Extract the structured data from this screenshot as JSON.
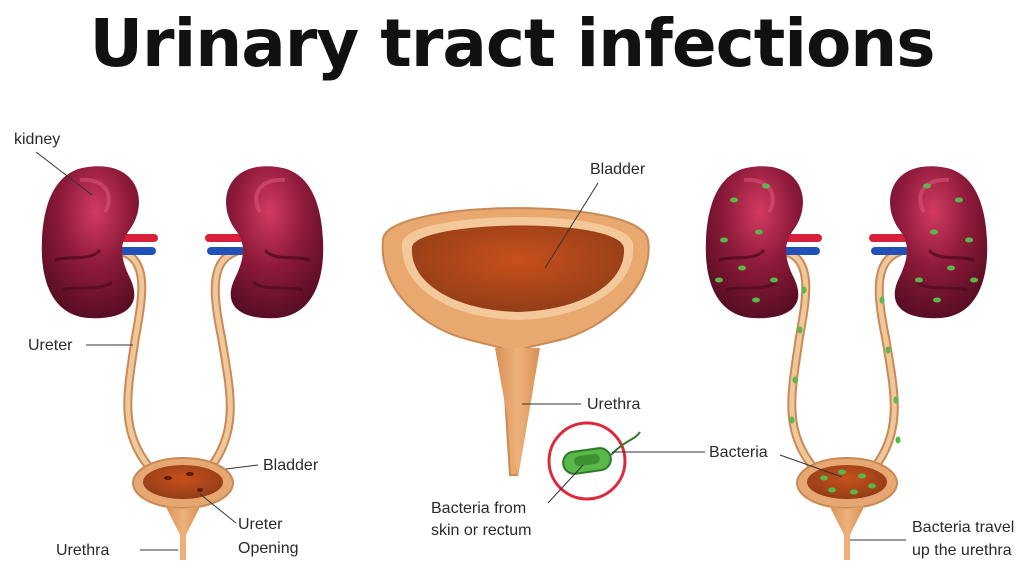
{
  "title": "Urinary tract infections",
  "labels": {
    "kidney": "kidney",
    "ureter": "Ureter",
    "bladder_left": "Bladder",
    "ureter_opening_1": "Ureter",
    "ureter_opening_2": "Opening",
    "urethra_left": "Urethra",
    "bladder_center": "Bladder",
    "urethra_center": "Urethra",
    "bacteria": "Bacteria",
    "bacteria_source_1": "Bacteria from",
    "bacteria_source_2": "skin or rectum",
    "bacteria_travel_1": "Bacteria travel",
    "bacteria_travel_2": "up the urethra"
  },
  "colors": {
    "kidney": "#7a1430",
    "kidney_highlight": "#c9325a",
    "ureter": "#e9b685",
    "ureter_dark": "#c98a55",
    "bladder_wall": "#e7a772",
    "bladder_fill": "#a8461a",
    "artery": "#d8203a",
    "vein": "#2150b8",
    "bacteria": "#58b84a",
    "bacteria_circle": "#e0283a"
  }
}
